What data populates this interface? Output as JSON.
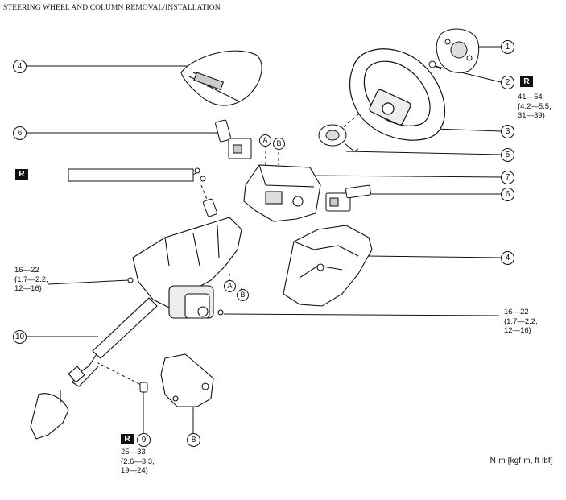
{
  "page_title": "STEERING WHEEL AND COLUMN REMOVAL/INSTALLATION",
  "units_note": "N·m {kgf·m, ft·lbf}",
  "r_badge": "R",
  "torques": {
    "bolt_2": "41—54\n{4.2—5.5,\n31—39}",
    "left_bolt": "16—22\n{1.7—2.2,\n12—16}",
    "right_bolt": "16—22\n{1.7—2.2,\n12—16}",
    "bolt_9": "25—33\n{2.6—3.3,\n19—24}"
  },
  "callouts": {
    "c1": "1",
    "c2": "2",
    "c3": "3",
    "c4_top": "4",
    "c4_right": "4",
    "c5": "5",
    "c6_left": "6",
    "c6_right": "6",
    "c7": "7",
    "c8": "8",
    "c9": "9",
    "c10": "10"
  },
  "letters": {
    "a_top": "A",
    "b_top": "B",
    "a_bottom": "A",
    "b_bottom": "B"
  }
}
